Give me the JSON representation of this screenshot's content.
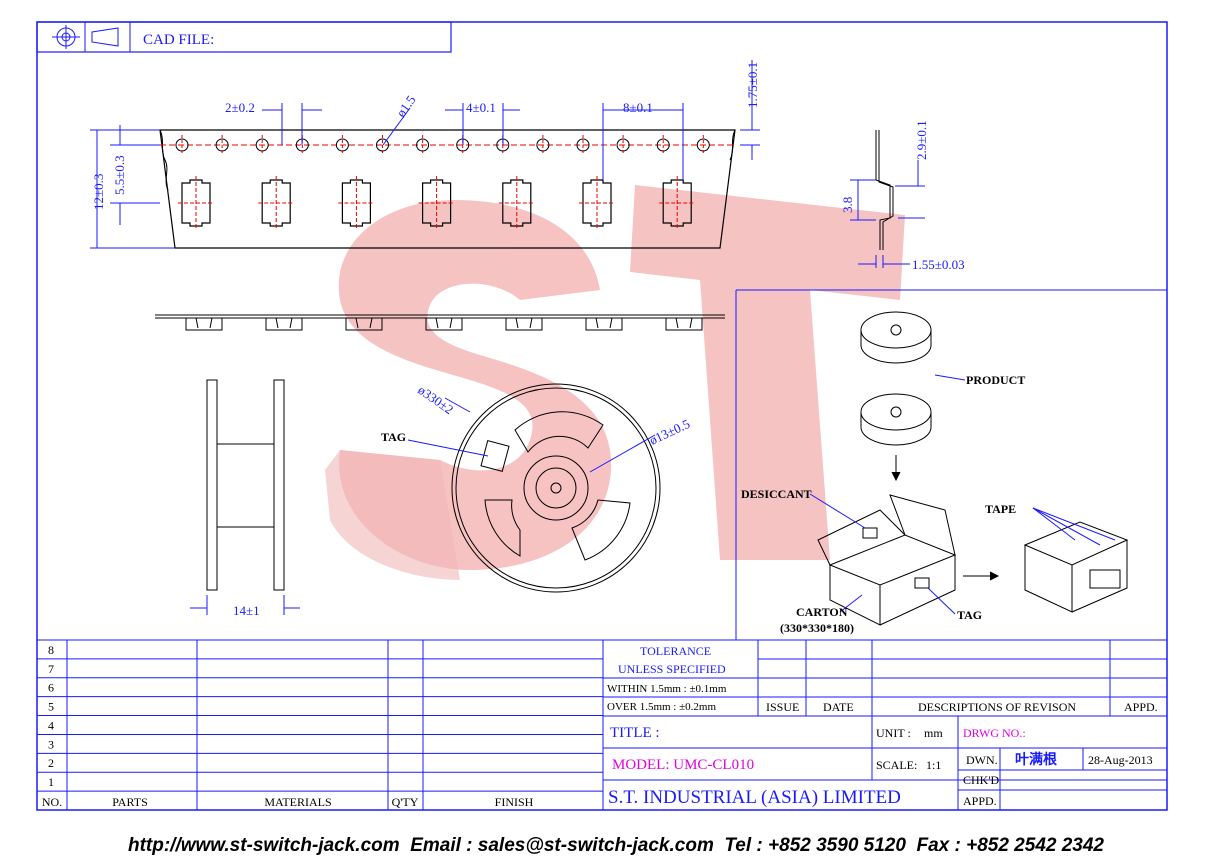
{
  "header": {
    "cad_file_label": "CAD FILE:"
  },
  "tape_dims": {
    "pitch_hole": "2±0.2",
    "hole_dia": "ø1.5",
    "hole_pitch": "4±0.1",
    "pocket_pitch": "8±0.1",
    "edge": "1.75±0.1",
    "width": "12±0.3",
    "center": "5.5±0.3"
  },
  "side_dims": {
    "height": "2.9±0.1",
    "pocket": "3.8",
    "thickness": "1.55±0.03"
  },
  "reel": {
    "dia": "ø330±2",
    "hub": "ø13±0.5",
    "tag": "TAG",
    "width": "14±1"
  },
  "packing": {
    "product": "PRODUCT",
    "desiccant": "DESICCANT",
    "carton": "CARTON",
    "carton_size": "(330*330*180)",
    "tag": "TAG",
    "tape": "TAPE"
  },
  "watermark": "ST",
  "bom": {
    "rows": [
      "8",
      "7",
      "6",
      "5",
      "4",
      "3",
      "2",
      "1"
    ],
    "headers": [
      "NO.",
      "PARTS",
      "MATERIALS",
      "Q'TY",
      "FINISH"
    ]
  },
  "tolerance": {
    "line1": "TOLERANCE",
    "line2": "UNLESS   SPECIFIED",
    "line3": "WITHIN  1.5mm : ±0.1mm",
    "line4": "OVER    1.5mm : ±0.2mm"
  },
  "revision": {
    "issue": "ISSUE",
    "date": "DATE",
    "desc": "DESCRIPTIONS OF REVISON",
    "appd": "APPD."
  },
  "title_block": {
    "title": "TITLE :",
    "unit_label": "UNIT :",
    "unit": "mm",
    "drwg_no": "DRWG NO.:",
    "model": "MODEL: UMC-CL010",
    "scale_label": "SCALE:",
    "scale": "1:1",
    "dwn": "DWN.",
    "dwn_name": "叶满根",
    "dwn_date": "28-Aug-2013",
    "chkd": "CHK'D",
    "appd": "APPD.",
    "company": "S.T.  INDUSTRIAL  (ASIA)  LIMITED"
  },
  "footer": "http://www.st-switch-jack.com  Email : sales@st-switch-jack.com  Tel : +852 3590 5120  Fax : +852 2542 2342"
}
